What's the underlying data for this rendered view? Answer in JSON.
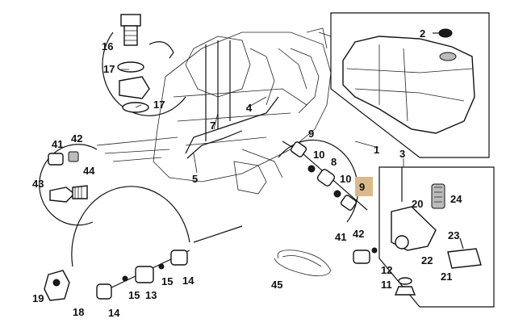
{
  "diagram": {
    "labels": {
      "l1": "1",
      "l2": "2",
      "l3": "3",
      "l4": "4",
      "l5": "5",
      "l7": "7",
      "l8": "8",
      "l9a": "9",
      "l9b": "9",
      "l10a": "10",
      "l10b": "10",
      "l11": "11",
      "l12": "12",
      "l13": "13",
      "l14a": "14",
      "l14b": "14",
      "l15a": "15",
      "l15b": "15",
      "l16": "16",
      "l17a": "17",
      "l17b": "17",
      "l18": "18",
      "l19": "19",
      "l20": "20",
      "l21": "21",
      "l22": "22",
      "l23": "23",
      "l24": "24",
      "l41a": "41",
      "l41b": "41",
      "l42a": "42",
      "l42b": "42",
      "l43": "43",
      "l44": "44",
      "l45": "45"
    },
    "highlight_color": "#d9b989"
  }
}
